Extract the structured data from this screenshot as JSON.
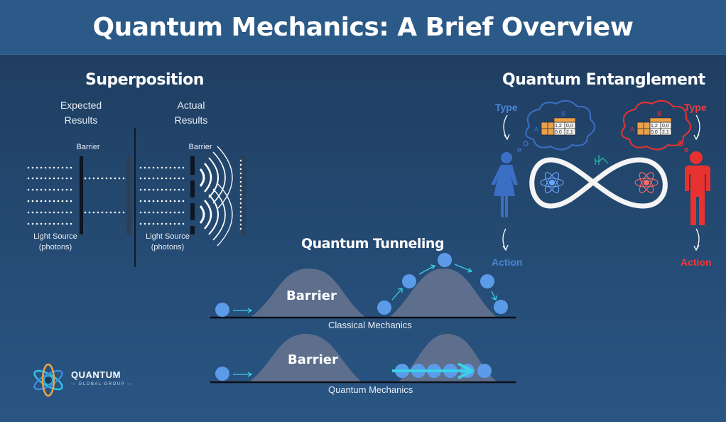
{
  "title": "Quantum Mechanics: A Brief Overview",
  "superposition": {
    "title": "Superposition",
    "expected_label": "Expected\nResults",
    "actual_label": "Actual\nResults",
    "barrier_label": "Barrier",
    "light_source_label": "Light Source\n(photons)"
  },
  "entanglement": {
    "title": "Quantum Entanglement",
    "type_label": "Type",
    "action_label": "Action",
    "cloud_a": "A",
    "cloud_b": "B",
    "matrix": [
      [
        "1,2",
        "0,0"
      ],
      [
        "0,0",
        "2,1"
      ]
    ],
    "person_left_color": "#3b6fc4",
    "person_right_color": "#e8322f"
  },
  "tunneling": {
    "title": "Quantum Tunneling",
    "barrier_label": "Barrier",
    "classical_label": "Classical Mechanics",
    "quantum_label": "Quantum Mechanics"
  },
  "logo": {
    "name": "QUANTUM",
    "subtitle": "— GLOBAL GROUP —"
  }
}
